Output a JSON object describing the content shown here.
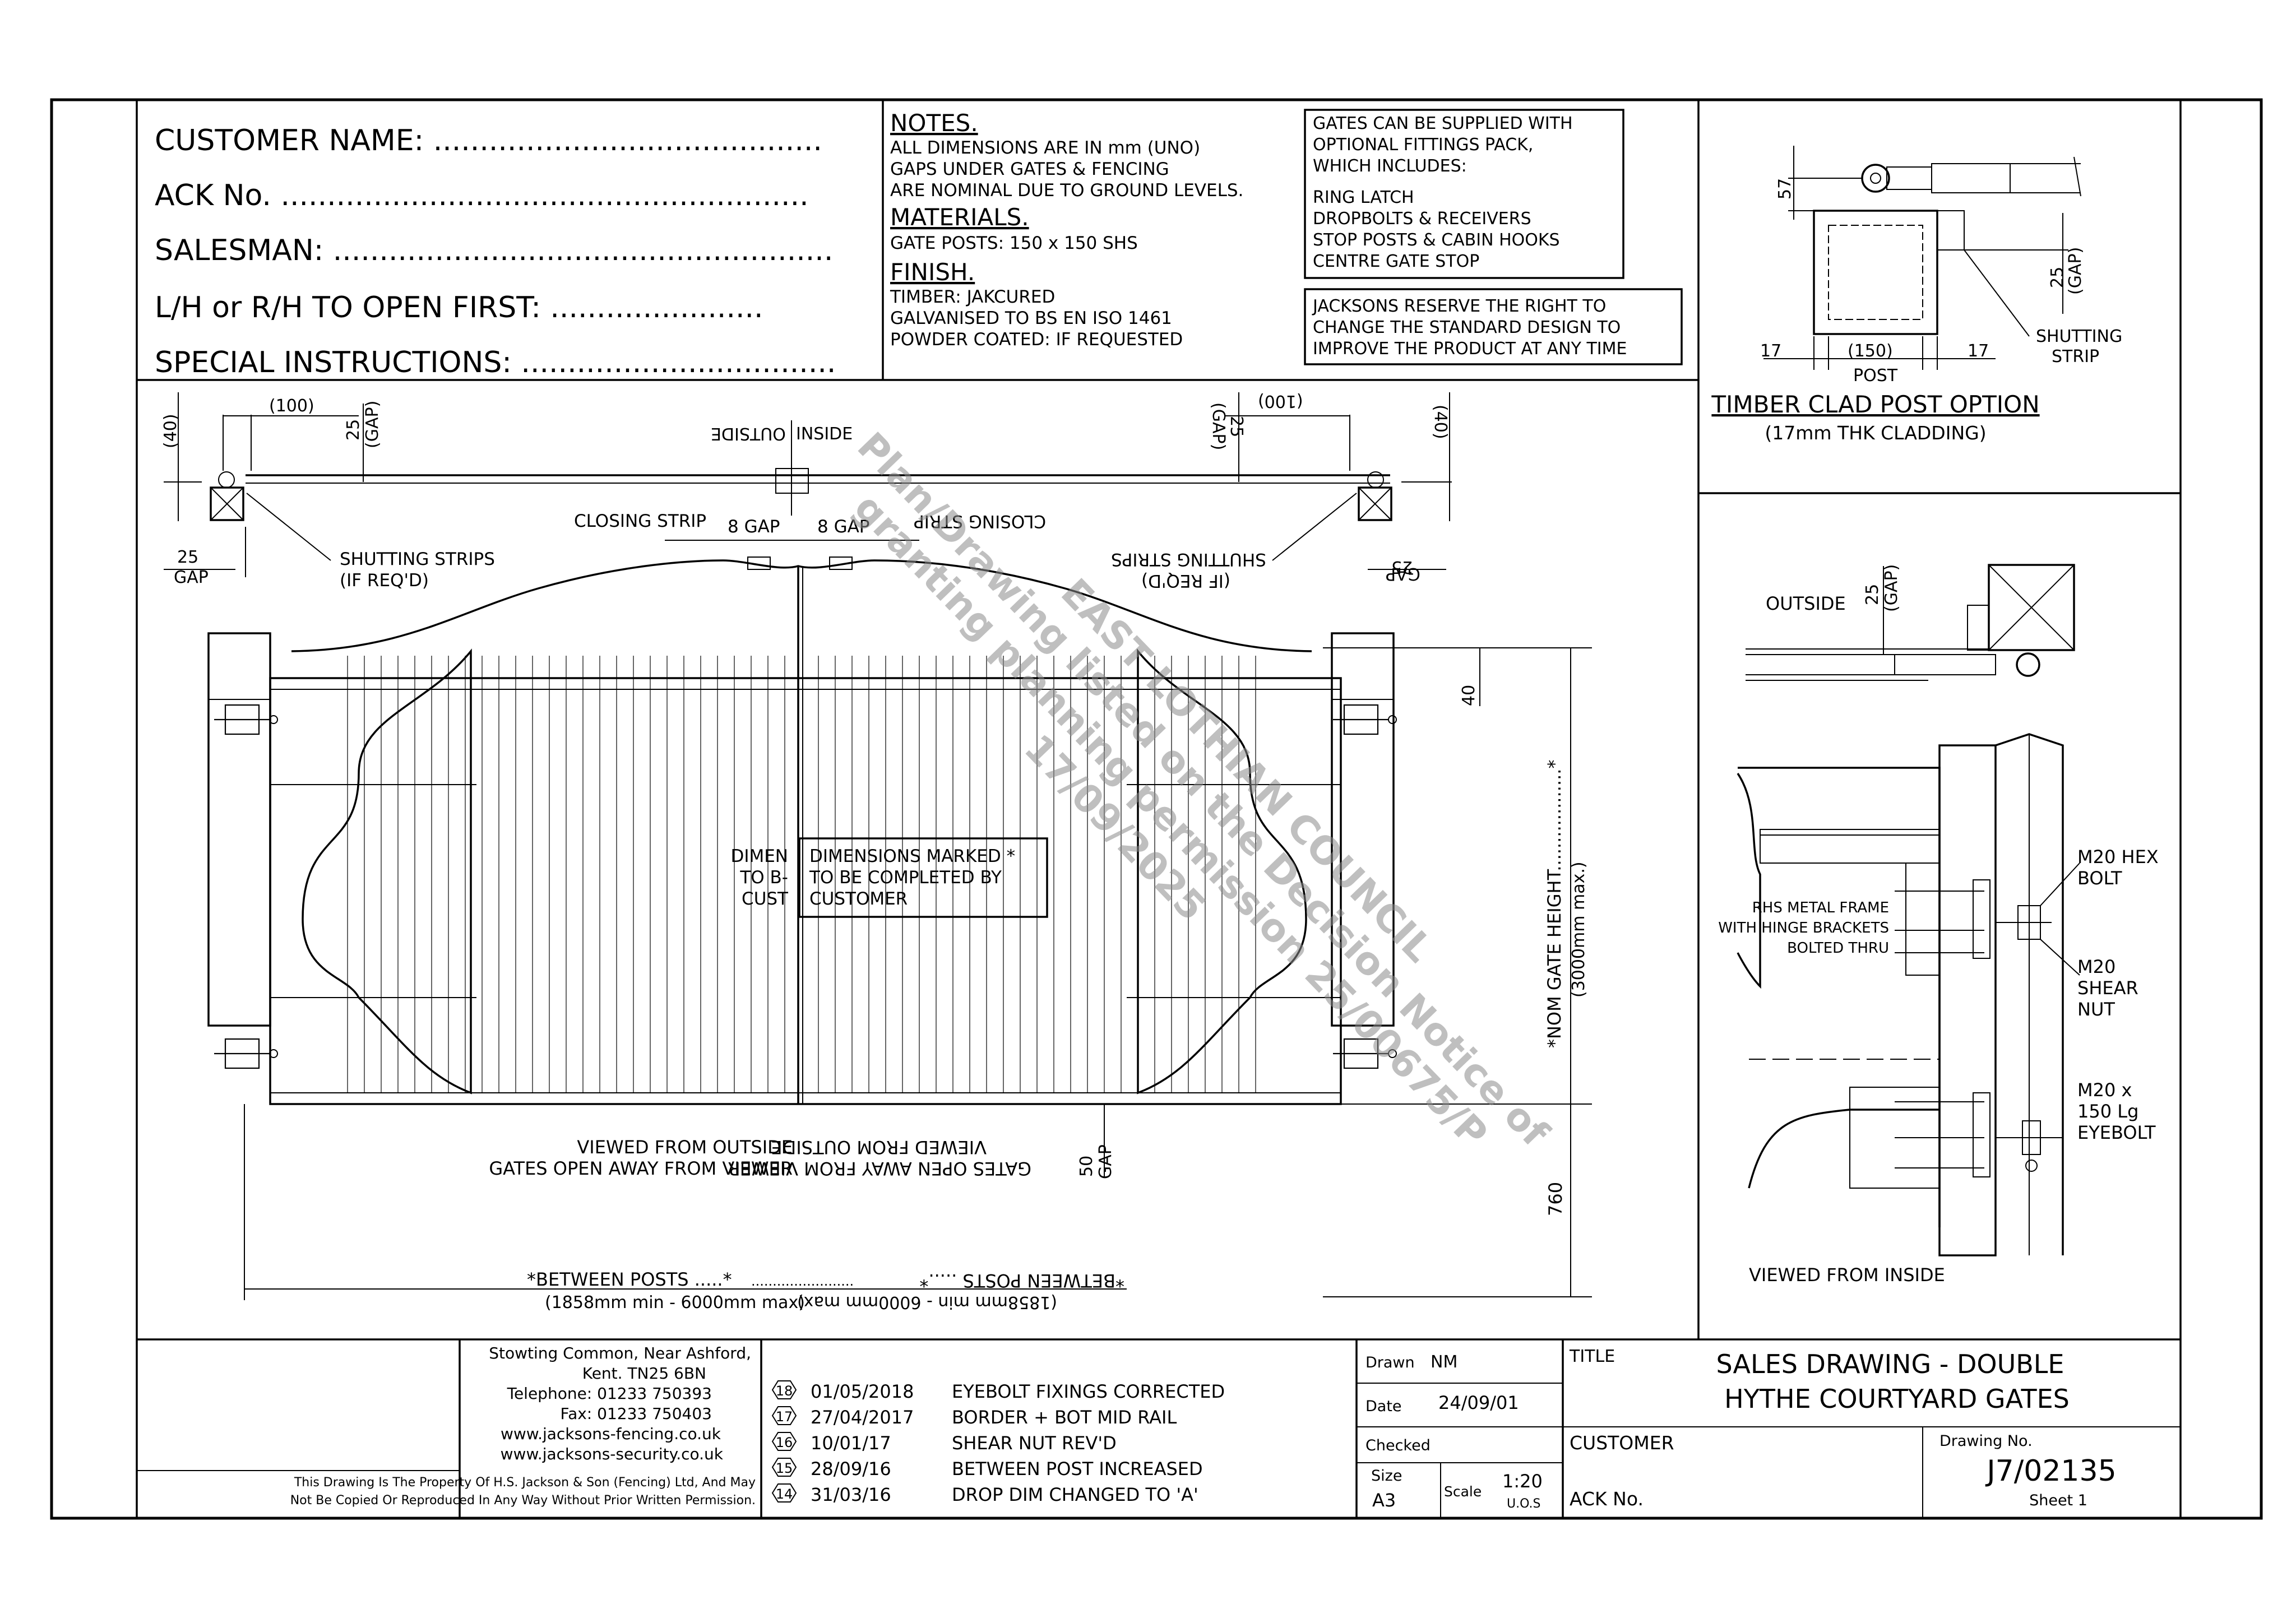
{
  "customer_block": {
    "customer_name": "CUSTOMER NAME: ..........................................",
    "ack_no": "ACK No. .........................................................",
    "salesman": "SALESMAN: ......................................................",
    "open_first": "L/H or R/H TO OPEN FIRST: .......................",
    "special": "SPECIAL INSTRUCTIONS: .................................."
  },
  "notes": {
    "notes_title": "NOTES.",
    "notes_lines": [
      "ALL DIMENSIONS ARE IN mm (UNO)",
      "GAPS UNDER GATES & FENCING",
      "ARE NOMINAL DUE TO GROUND LEVELS."
    ],
    "materials_title": "MATERIALS.",
    "materials_lines": [
      "GATE POSTS: 150 x 150 SHS"
    ],
    "finish_title": "FINISH.",
    "finish_lines": [
      "TIMBER: JAKCURED",
      "GALVANISED TO BS EN ISO 1461",
      "POWDER COATED: IF REQUESTED"
    ]
  },
  "fittings": {
    "lines": [
      "GATES CAN BE SUPPLIED WITH",
      "OPTIONAL FITTINGS PACK,",
      "WHICH INCLUDES:",
      "",
      "RING LATCH",
      "DROPBOLTS & RECEIVERS",
      "STOP POSTS & CABIN HOOKS",
      "CENTRE GATE STOP"
    ]
  },
  "reserve": {
    "lines": [
      "JACKSONS RESERVE THE RIGHT TO",
      "CHANGE THE STANDARD DESIGN TO",
      "IMPROVE THE PRODUCT AT ANY TIME"
    ]
  },
  "post_detail": {
    "dim_57": "57",
    "dim_25": "25",
    "gap": "(GAP)",
    "dim_17_left": "17",
    "dim_150": "(150)",
    "post": "POST",
    "dim_17_right": "17",
    "shutting_strip": [
      "SHUTTING",
      "STRIP"
    ],
    "title": "TIMBER CLAD POST OPTION",
    "subtitle": "(17mm THK CLADDING)"
  },
  "hinge_detail": {
    "outside": "OUTSIDE",
    "dim_25": "25",
    "gap": "(GAP)",
    "rhs_note": [
      "RHS METAL FRAME",
      "WITH HINGE BRACKETS",
      "BOLTED THRU"
    ],
    "hex_bolt": [
      "M20 HEX",
      "BOLT"
    ],
    "shear_nut": [
      "M20",
      "SHEAR",
      "NUT"
    ],
    "eyebolt": [
      "M20 x",
      "150 Lg",
      "EYEBOLT"
    ],
    "viewed_inside": "VIEWED FROM INSIDE"
  },
  "plan": {
    "dim_40_left": "(40)",
    "dim_100_left": "(100)",
    "dim_25_left": "25",
    "gap_left": "(GAP)",
    "outside_inside": "OUTSIDE",
    "inside": "INSIDE",
    "dim_40_right": "(40)",
    "dim_100_right": "(100)",
    "dim_25_right": "25",
    "gap_right": "(GAP)",
    "closing_strip_left": "CLOSING STRIP",
    "closing_strip_right": "CLOSING STRIP",
    "gap_8_left": "8 GAP",
    "gap_8_right": "8 GAP",
    "gap25_bottom_left": "25",
    "gap_word_bl": "GAP",
    "gap25_bottom_right": "25",
    "gap_word_br": "GAP",
    "shutting_left": [
      "SHUTTING STRIPS",
      "(IF REQ'D)"
    ],
    "shutting_right": [
      "SHUTTING STRIPS",
      "(IF REQ'D)"
    ]
  },
  "elevation": {
    "dimension_note_left": [
      "DIMEN",
      "TO B-",
      "CUST"
    ],
    "dimension_note": [
      "DIMENSIONS MARKED *",
      "TO BE COMPLETED BY",
      "CUSTOMER"
    ],
    "dim_40": "40",
    "height_label": "*NOM GATE HEIGHT..................*",
    "height_sub": "(3000mm max.)",
    "viewed_left": [
      "VIEWED FROM OUTSIDE",
      "GATES OPEN AWAY FROM VIEWER"
    ],
    "viewed_right": [
      "VIEWED FROM OUTSIDE",
      "GATES OPEN AWAY FROM VIEWER"
    ],
    "dim_50": "50",
    "gap": "GAP",
    "dim_760": "760",
    "between_posts": "*BETWEEN POSTS .....*",
    "between_posts_mirror": "*BETWEEN POSTS .....*",
    "between_posts_dots": "........................",
    "between_range": "(1858mm min - 6000mm max)",
    "between_range_mirror": "(1858mm min - 6000mm max)"
  },
  "company": {
    "address": [
      "Stowting Common, Near Ashford,",
      "Kent. TN25 6BN",
      "Telephone: 01233 750393",
      "Fax: 01233 750403",
      "www.jacksons-fencing.co.uk",
      "www.jacksons-security.co.uk"
    ],
    "property": [
      "This Drawing Is The Property Of H.S. Jackson & Son (Fencing) Ltd, And May",
      "Not Be Copied Or Reproduced In Any Way Without Prior Written Permission."
    ]
  },
  "revisions": [
    {
      "num": "18",
      "date": "01/05/2018",
      "desc": "EYEBOLT FIXINGS CORRECTED"
    },
    {
      "num": "17",
      "date": "27/04/2017",
      "desc": "BORDER + BOT MID RAIL"
    },
    {
      "num": "16",
      "date": "10/01/17",
      "desc": "SHEAR NUT REV'D"
    },
    {
      "num": "15",
      "date": "28/09/16",
      "desc": "BETWEEN POST INCREASED"
    },
    {
      "num": "14",
      "date": "31/03/16",
      "desc": "DROP DIM CHANGED TO 'A'"
    }
  ],
  "title_block": {
    "drawn_label": "Drawn",
    "drawn": "NM",
    "date_label": "Date",
    "date": "24/09/01",
    "checked_label": "Checked",
    "size_label": "Size",
    "size": "A3",
    "scale_label": "Scale",
    "scale": "1:20",
    "scale_sub": "U.O.S",
    "title_label": "TITLE",
    "title_line1": "SALES DRAWING - DOUBLE",
    "title_line2": "HYTHE COURTYARD GATES",
    "customer_label": "CUSTOMER",
    "ack_label": "ACK No.",
    "drawing_no_label": "Drawing No.",
    "drawing_no": "J7/02135",
    "sheet": "Sheet 1"
  },
  "watermark": {
    "line1": "EAST LOTHIAN COUNCIL",
    "line2": "Plan/Drawing listed on the Decision Notice of",
    "line3": "granting planning permission 25/00675/P",
    "line4": "17/09/2025"
  }
}
